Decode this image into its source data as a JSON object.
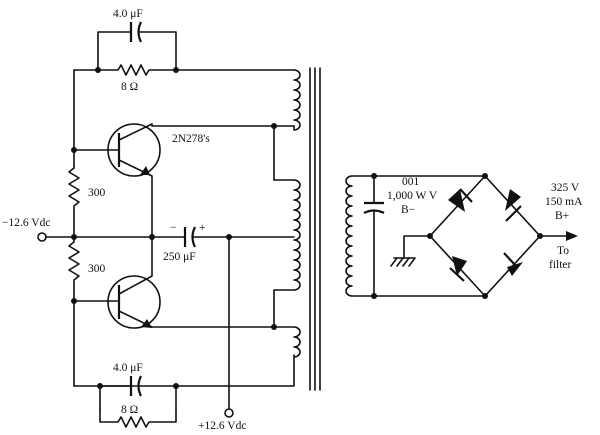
{
  "labels": {
    "cap_top": "4.0 μF",
    "res_top": "8 Ω",
    "transistor": "2N278's",
    "res_upper": "300",
    "res_lower": "300",
    "input": "−12.6 Vdc",
    "cap_mid": "250 μF",
    "cap_mid_minus": "−",
    "cap_mid_plus": "+",
    "cap_bottom": "4.0 μF",
    "res_bottom": "8 Ω",
    "supply": "+12.6 Vdc",
    "filter_cap_1": "001",
    "filter_cap_2": "1,000 W V",
    "b_minus": "B−",
    "out_voltage": "325 V",
    "out_current": "150 mA",
    "b_plus": "B+",
    "to": "To",
    "filter": "filter"
  }
}
